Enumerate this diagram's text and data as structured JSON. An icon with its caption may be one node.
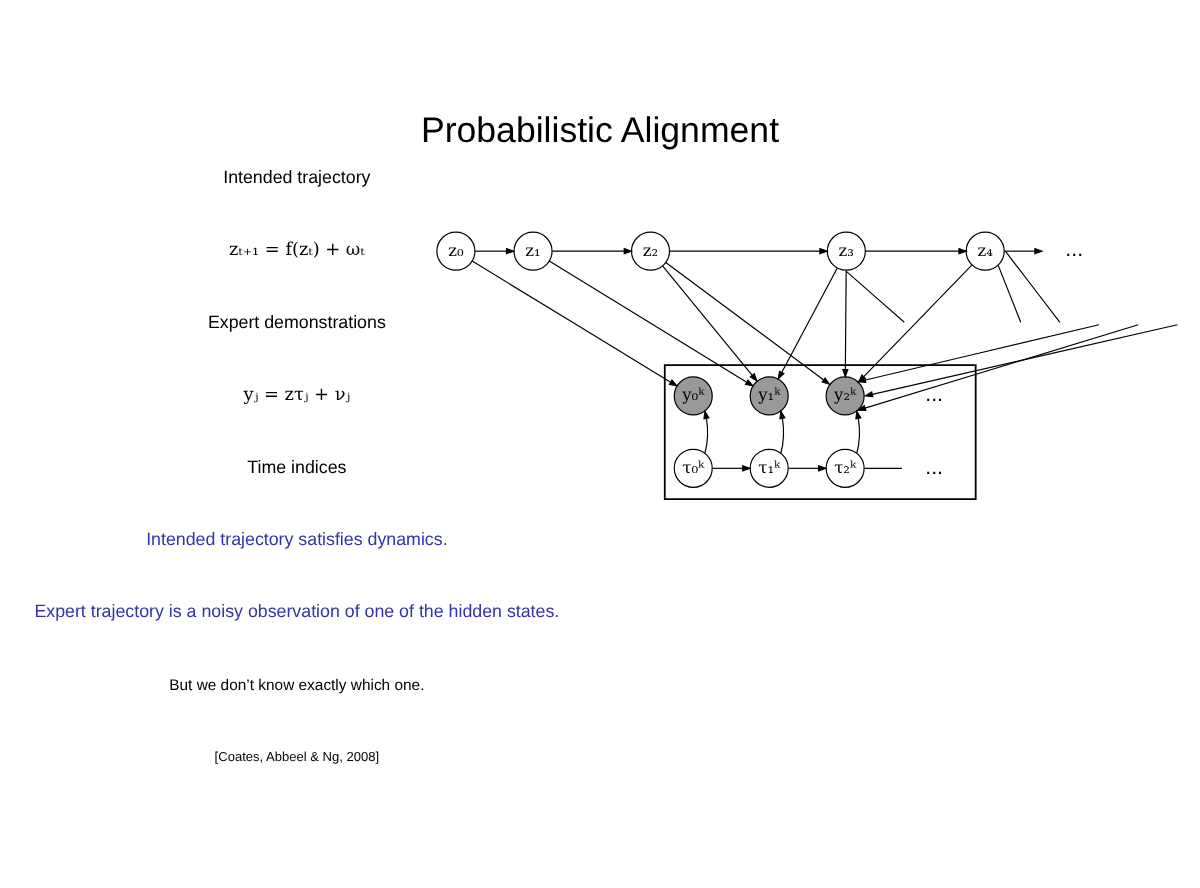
{
  "diagram": {
    "title": "Probabilistic Alignment",
    "nodes": [
      {
        "text": [
          "z₀"
        ]
      },
      {
        "text": [
          "z₁"
        ]
      },
      {
        "text": [
          "z₂"
        ]
      },
      {
        "text": [
          "z₃"
        ]
      },
      {
        "text": [
          "z₄"
        ]
      },
      {
        "text": [
          "..."
        ]
      },
      {
        "text": [],
        "shape": "box"
      },
      {
        "text": [
          "y₀ᵏ"
        ],
        "in": 6
      },
      {
        "text": [
          "y₁ᵏ"
        ],
        "in": 6
      },
      {
        "text": [
          "y₂ᵏ"
        ],
        "in": 6
      },
      {
        "text": [
          "..."
        ],
        "in": 6
      },
      {
        "text": [
          "τ₀ᵏ"
        ],
        "in": 6
      },
      {
        "text": [
          "τ₁ᵏ"
        ],
        "in": 6
      },
      {
        "text": [
          "τ₂ᵏ"
        ],
        "in": 6
      },
      {
        "text": [
          "..."
        ],
        "in": 6
      }
    ],
    "edges": [
      {
        "from": 0,
        "to": 1,
        "arrow": "to"
      },
      {
        "from": 1,
        "to": 2,
        "arrow": "to"
      },
      {
        "from": 2,
        "to": 3,
        "arrow": "to"
      },
      {
        "from": 3,
        "to": 4,
        "arrow": "to"
      },
      {
        "from": 4,
        "to": 5,
        "arrow": "to"
      },
      {
        "from": 0,
        "to": 7,
        "arrow": "to"
      },
      {
        "from": 1,
        "to": 8,
        "arrow": "to"
      },
      {
        "from": 2,
        "to": 8,
        "arrow": "to"
      },
      {
        "from": 3,
        "to": 8,
        "arrow": "to"
      },
      {
        "from": 2,
        "to": 9,
        "arrow": "to"
      },
      {
        "from": 3,
        "to": 9,
        "arrow": "to"
      },
      {
        "from": 4,
        "to": 9,
        "arrow": "to"
      },
      {
        "from": null,
        "to": 9,
        "arrow": "to"
      },
      {
        "from": null,
        "to": 9,
        "arrow": "to"
      },
      {
        "from": null,
        "to": 9,
        "arrow": "to"
      },
      {
        "from": 3,
        "to": null,
        "arrow": "none"
      },
      {
        "from": 4,
        "to": null,
        "arrow": "none"
      },
      {
        "from": 4,
        "to": null,
        "arrow": "none"
      },
      {
        "from": 11,
        "to": 7,
        "arrow": "to"
      },
      {
        "from": 12,
        "to": 8,
        "arrow": "to"
      },
      {
        "from": 13,
        "to": 9,
        "arrow": "to"
      },
      {
        "from": 11,
        "to": 12,
        "arrow": "to"
      },
      {
        "from": 12,
        "to": 13,
        "arrow": "to"
      },
      {
        "from": 13,
        "to": 14,
        "arrow": "none"
      }
    ],
    "labels": [
      "Intended trajectory",
      "zₜ₊₁ = f(zₜ) + ωₜ",
      "Expert demonstrations",
      "yⱼ = zτⱼ + νⱼ",
      "Time indices",
      "Intended trajectory satisfies dynamics.",
      "Expert trajectory is a noisy observation of one of the hidden states.",
      "But we don’t know exactly which one.",
      "[Coates, Abbeel & Ng, 2008]"
    ]
  }
}
